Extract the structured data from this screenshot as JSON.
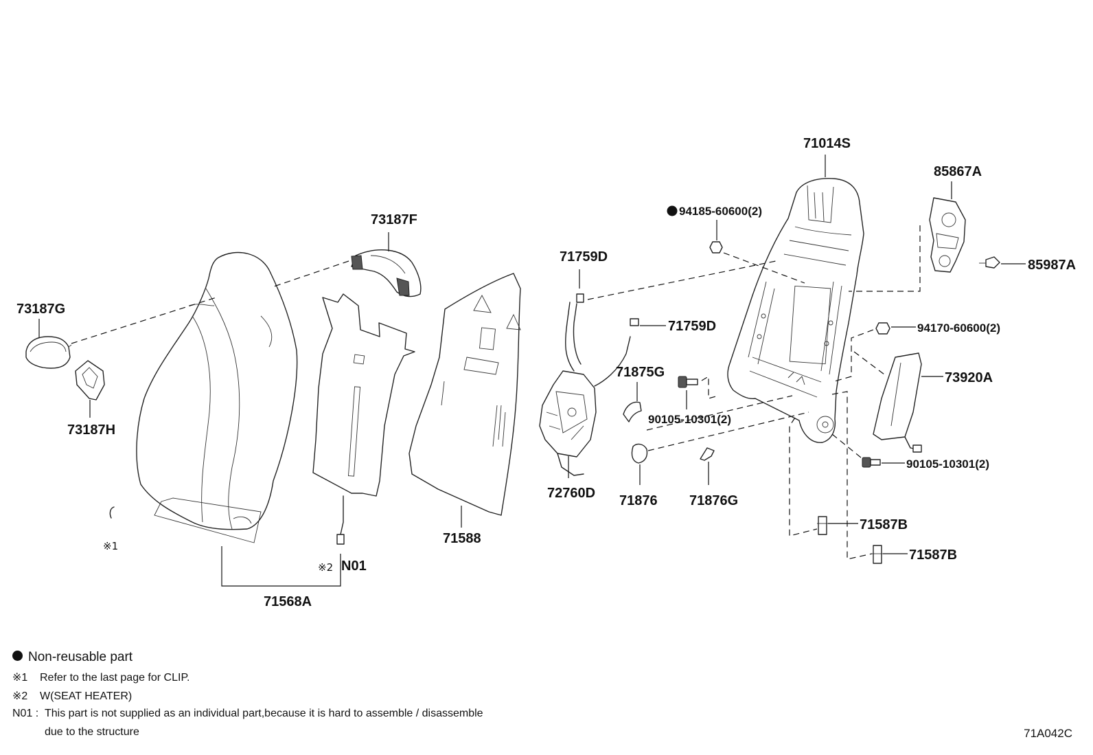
{
  "parts": {
    "p71014S": "71014S",
    "p85867A": "85867A",
    "p85987A": "85987A",
    "p94185": "94185-60600(2)",
    "p73187F": "73187F",
    "p71759D_a": "71759D",
    "p71759D_b": "71759D",
    "p94170": "94170-60600(2)",
    "p73187G": "73187G",
    "p73920A": "73920A",
    "p71875G": "71875G",
    "p90105_a": "90105-10301(2)",
    "p73187H": "73187H",
    "p90105_b": "90105-10301(2)",
    "p72760D": "72760D",
    "p71876": "71876",
    "p71876G": "71876G",
    "p71587B_a": "71587B",
    "p71588": "71588",
    "p71587B_b": "71587B",
    "pN01": "N01",
    "p71568A": "71568A"
  },
  "marks": {
    "ref1": "※1",
    "ref2": "※2"
  },
  "notes": {
    "non_reusable": "Non-reusable part",
    "n1_symbol": "※1",
    "n1_text": "Refer to the last page for CLIP.",
    "n2_symbol": "※2",
    "n2_text": "W(SEAT HEATER)",
    "n01_symbol": "N01 :",
    "n01_text": "This part is not supplied as an individual part,because it is hard to assemble / disassemble",
    "n01_text_cont": "due to the structure"
  },
  "diagram_code": "71A042C"
}
